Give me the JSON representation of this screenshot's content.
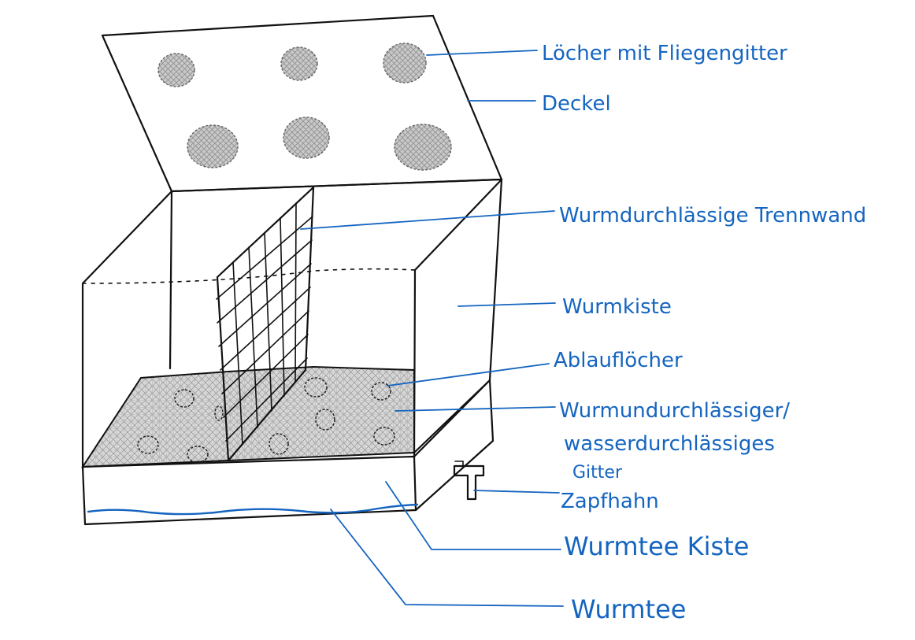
{
  "labels": {
    "loecher": "Löcher mit Fliegengitter",
    "deckel": "Deckel",
    "trennwand": "Wurmdurchlässige Trennwand",
    "wurmkiste": "Wurmkiste",
    "ablaufloecher": "Ablauflöcher",
    "gitter_line1": "Wurmundurchlässiger/",
    "gitter_line2": "wasserdurchlässiges",
    "gitter_line3": "Gitter",
    "zapfhahn": "Zapfhahn",
    "wurmtee_kiste": "Wurmtee Kiste",
    "wurmtee": "Wurmtee"
  },
  "colors": {
    "ink": "#111111",
    "annotation": "#1565c0",
    "mesh_fill": "#d9d9d9",
    "mesh_line": "#9e9e9e"
  }
}
